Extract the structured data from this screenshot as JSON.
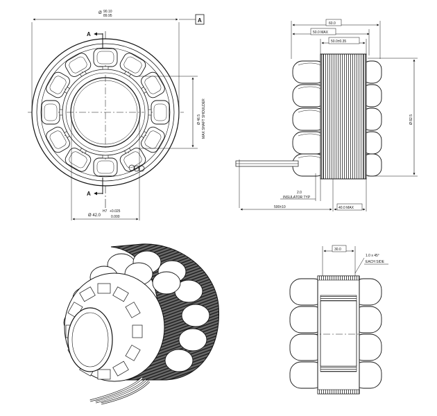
{
  "front_view": {
    "outer_dia_upper": "90.10",
    "outer_dia_lower": "89.95",
    "datum": "A",
    "section_label_top": "A",
    "section_label_bottom": "A",
    "shoulder_dia": "Ø 46.5",
    "shoulder_note": "MAX SHAFT SHOULDER",
    "bore_dia": "Ø 42.0",
    "bore_tol_class": "H7",
    "bore_tol_upper": "+0.025",
    "bore_tol_lower": "0.000"
  },
  "side_view": {
    "overall_width": "60.0",
    "max_width": "50.0 MAX",
    "core_width": "50.0±0.35",
    "height_dia": "Ø 82.5",
    "insulator_thk": "2.0",
    "insulator_note": "INSULATOR TYP",
    "lead_length": "500±10",
    "core_max": "40.0 MAX"
  },
  "section_view": {
    "core_width": "30.0",
    "chamfer": "1.0 x 45°",
    "chamfer_note": "EACH SIDE"
  },
  "colors": {
    "line": "#111111",
    "background": "#ffffff",
    "core_fill": "#555555"
  }
}
